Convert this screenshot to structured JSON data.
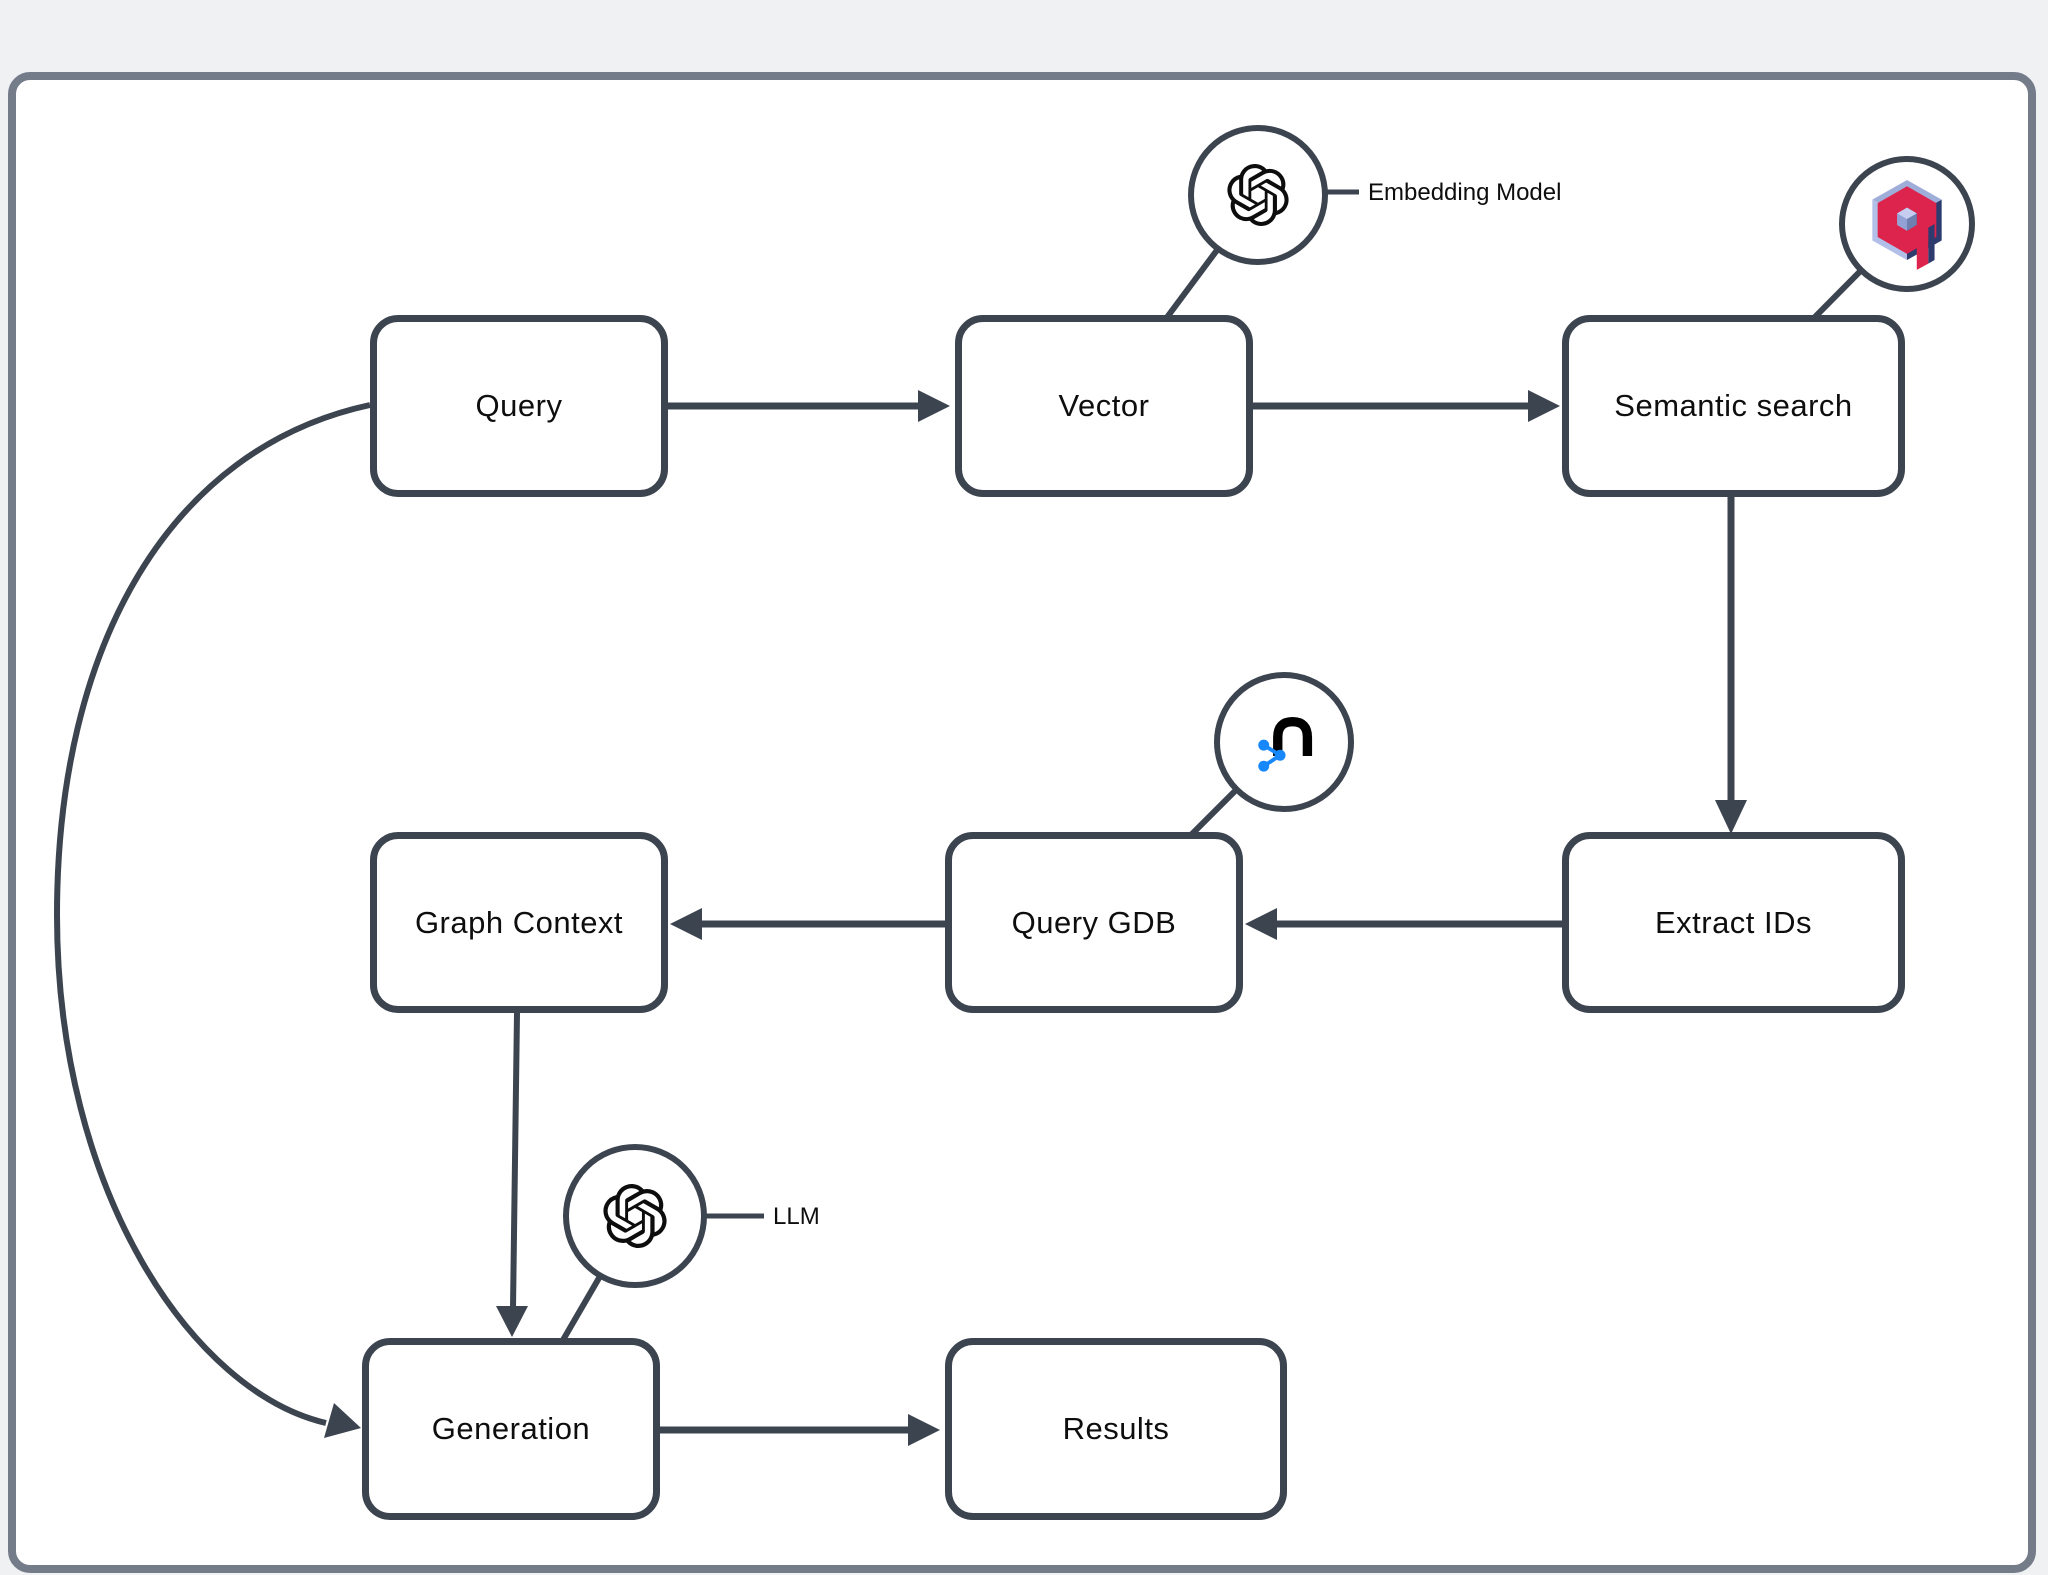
{
  "nodes": [
    {
      "id": "query",
      "label": "Query"
    },
    {
      "id": "vector",
      "label": "Vector"
    },
    {
      "id": "semantic-search",
      "label": "Semantic search"
    },
    {
      "id": "extract-ids",
      "label": "Extract IDs"
    },
    {
      "id": "query-gdb",
      "label": "Query GDB"
    },
    {
      "id": "graph-context",
      "label": "Graph Context"
    },
    {
      "id": "generation",
      "label": "Generation"
    },
    {
      "id": "results",
      "label": "Results"
    }
  ],
  "edges": [
    {
      "from": "query",
      "to": "vector"
    },
    {
      "from": "vector",
      "to": "semantic-search"
    },
    {
      "from": "semantic-search",
      "to": "extract-ids"
    },
    {
      "from": "extract-ids",
      "to": "query-gdb"
    },
    {
      "from": "query-gdb",
      "to": "graph-context"
    },
    {
      "from": "graph-context",
      "to": "generation"
    },
    {
      "from": "query",
      "to": "generation"
    },
    {
      "from": "generation",
      "to": "results"
    }
  ],
  "annotations": [
    {
      "icon": "openai-logo",
      "label": "Embedding Model",
      "attached_to": "vector"
    },
    {
      "icon": "qdrant-logo",
      "label": "",
      "attached_to": "semantic-search"
    },
    {
      "icon": "neo4j-logo",
      "label": "",
      "attached_to": "query-gdb"
    },
    {
      "icon": "openai-logo",
      "label": "LLM",
      "attached_to": "generation"
    }
  ],
  "colors": {
    "page_background": "#f0f1f3",
    "canvas_background": "#ffffff",
    "frame_border": "#747c8a",
    "shape_stroke": "#3c4450",
    "text": "#0e0e0e",
    "qdrant_red": "#dc244c",
    "qdrant_light": "#b2bfe8",
    "qdrant_navy": "#2e3b6e",
    "neo4j_blue": "#1788fb",
    "openai_black": "#0d0d0d"
  }
}
